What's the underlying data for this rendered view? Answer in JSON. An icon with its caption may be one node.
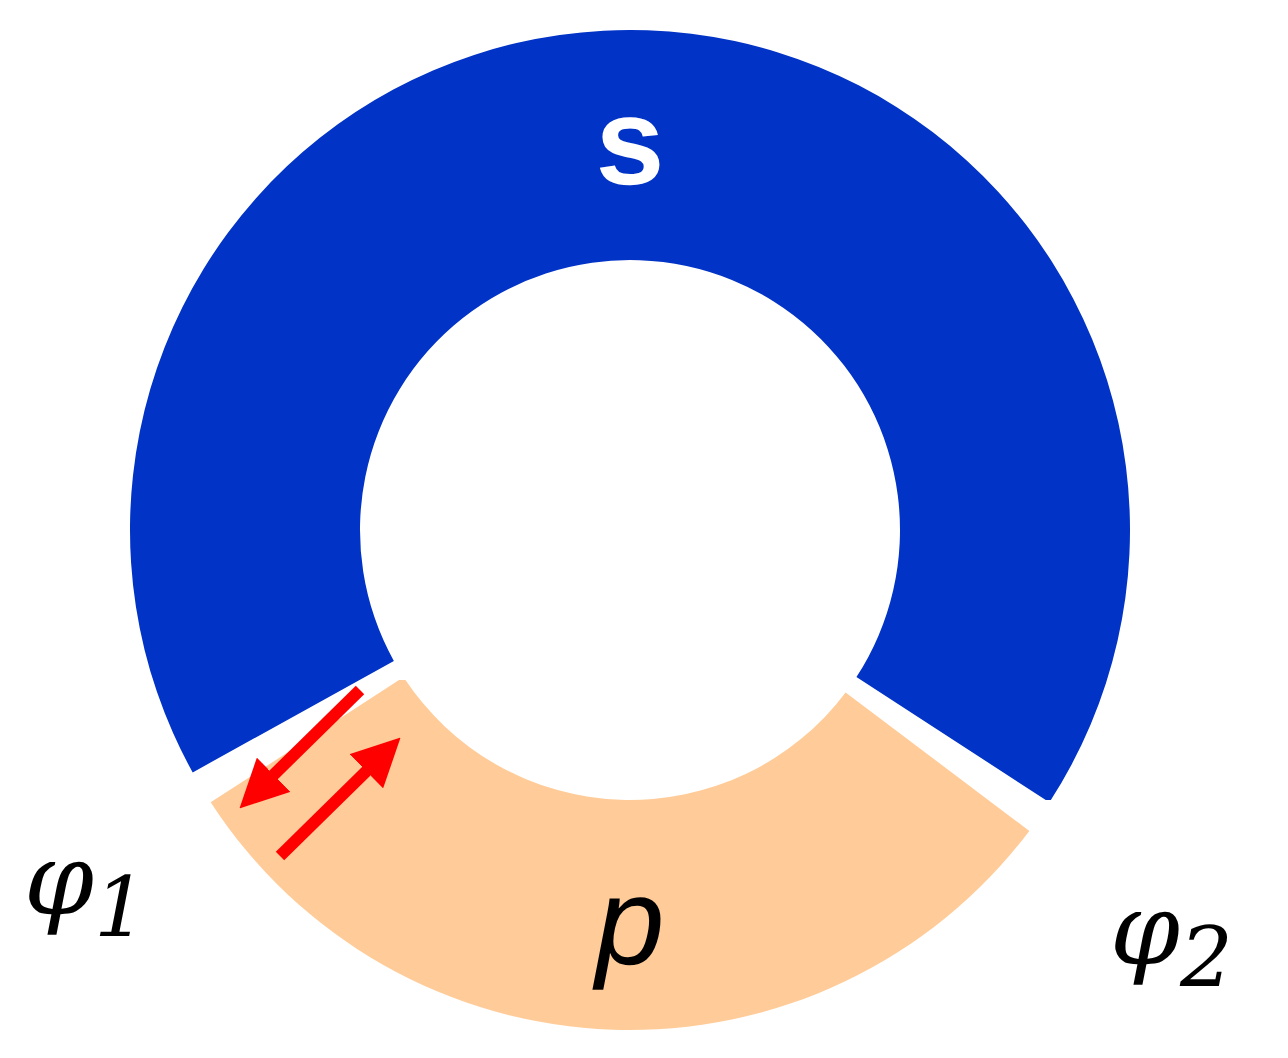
{
  "diagram": {
    "nodes": [
      {
        "text": [
          "s"
        ]
      },
      {
        "text": [
          "p"
        ]
      }
    ],
    "edges": [
      {
        "from": 0,
        "to": 1,
        "arrow": "to",
        "color": "#ff0000"
      },
      {
        "from": 1,
        "to": 0,
        "arrow": "to",
        "color": "#ff0000"
      }
    ],
    "labels": [
      "φ$_{1}$",
      "φ$_{2}$"
    ]
  }
}
